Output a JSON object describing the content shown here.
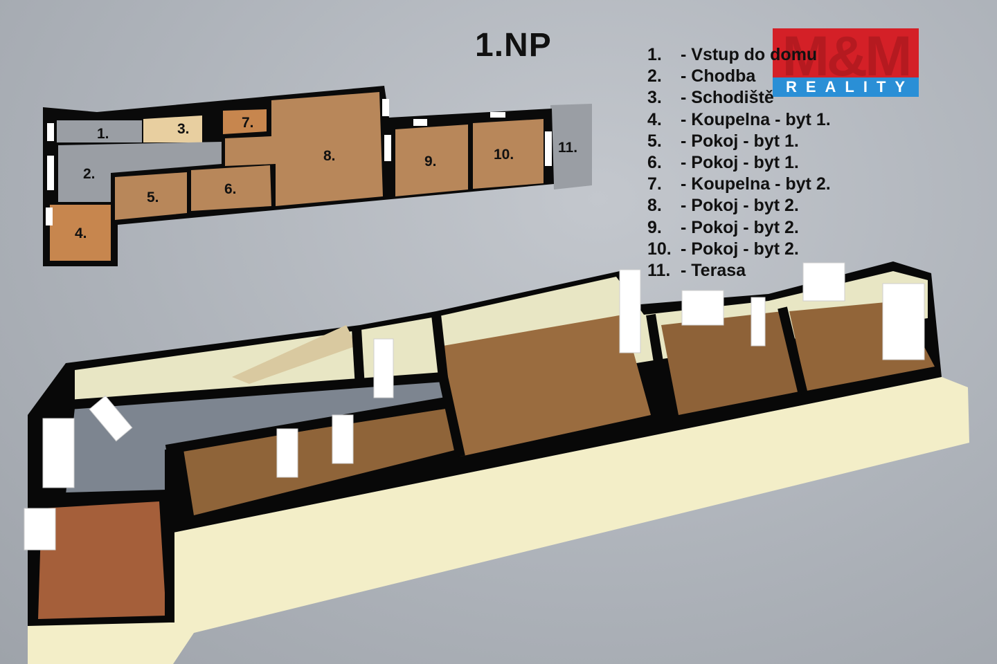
{
  "title": "1.NP",
  "logo": {
    "text": "M&M",
    "subtext": "REALITY",
    "colors": {
      "red": "#d42027",
      "blue": "#2a8fd6"
    }
  },
  "legend": [
    {
      "num": "1.",
      "label": "- Vstup do domu"
    },
    {
      "num": "2.",
      "label": "- Chodba"
    },
    {
      "num": "3.",
      "label": "- Schodiště"
    },
    {
      "num": "4.",
      "label": "- Koupelna - byt 1."
    },
    {
      "num": "5.",
      "label": "- Pokoj - byt 1."
    },
    {
      "num": "6.",
      "label": "- Pokoj - byt 1."
    },
    {
      "num": "7.",
      "label": "- Koupelna - byt 2."
    },
    {
      "num": "8.",
      "label": "- Pokoj - byt 2."
    },
    {
      "num": "9.",
      "label": "- Pokoj - byt 2."
    },
    {
      "num": "10.",
      "label": "- Pokoj - byt 2."
    },
    {
      "num": "11.",
      "label": "- Terasa"
    }
  ],
  "plan_labels": [
    "1.",
    "2.",
    "3.",
    "4.",
    "5.",
    "6.",
    "7.",
    "8.",
    "9.",
    "10.",
    "11."
  ],
  "colors": {
    "wall": "#0a0a0a",
    "wood": "#b8875a",
    "tile": "#c7864e",
    "corridor": "#9a9ea4",
    "stairs": "#e8cfa0",
    "wall_3d": "#f5f0cf"
  }
}
